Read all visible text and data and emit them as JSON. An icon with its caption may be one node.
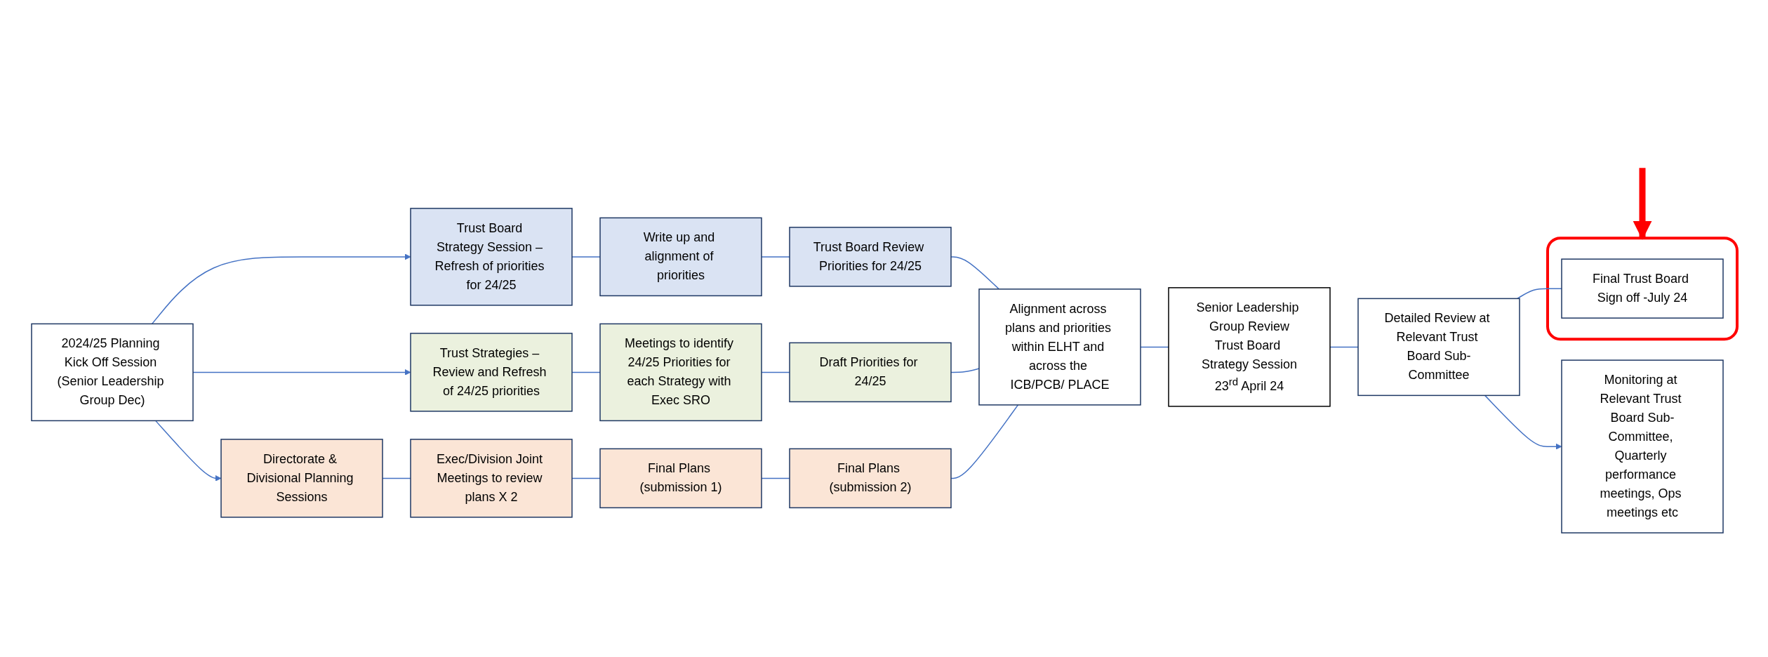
{
  "diagram": {
    "nodes": [
      {
        "text": [
          "2024/25 Planning Kick Off Session (Senior Leadership Group Dec)"
        ]
      },
      {
        "text": [
          "Trust Board Strategy Session – Refresh of priorities for 24/25"
        ]
      },
      {
        "text": [
          "Write up and alignment of priorities"
        ]
      },
      {
        "text": [
          "Trust Board Review Priorities for 24/25"
        ]
      },
      {
        "text": [
          "Trust Strategies – Review and Refresh of 24/25 priorities"
        ]
      },
      {
        "text": [
          "Meetings to identify 24/25 Priorities for each Strategy with Exec SRO"
        ]
      },
      {
        "text": [
          "Draft Priorities for 24/25"
        ]
      },
      {
        "text": [
          "Directorate & Divisional Planning Sessions"
        ]
      },
      {
        "text": [
          "Exec/Division Joint Meetings to review plans X 2"
        ]
      },
      {
        "text": [
          "Final Plans (submission 1)"
        ]
      },
      {
        "text": [
          "Final Plans (submission 2)"
        ]
      },
      {
        "text": [
          "Alignment across plans and priorities within ELHT and across the ICB/PCB/ PLACE"
        ]
      },
      {
        "text": [
          "Senior Leadership Group Review",
          "Trust Board Strategy Session",
          "23$^{rd}$ April 24"
        ]
      },
      {
        "text": [
          "Detailed Review at Relevant Trust Board Sub-Committee"
        ]
      },
      {
        "text": [],
        "shape": "box"
      },
      {
        "text": [
          "Final Trust Board Sign off -July 24"
        ],
        "in": 14
      },
      {
        "text": [
          "Monitoring at Relevant Trust Board Sub-Committee, Quarterly performance meetings, Ops meetings etc"
        ]
      }
    ],
    "edges": [
      {
        "from": 0,
        "to": 1,
        "arrow": "to"
      },
      {
        "from": 0,
        "to": 4,
        "arrow": "to"
      },
      {
        "from": 0,
        "to": 7,
        "arrow": "to"
      },
      {
        "from": 1,
        "to": 2,
        "arrow": "none"
      },
      {
        "from": 2,
        "to": 3,
        "arrow": "none"
      },
      {
        "from": 3,
        "to": 11,
        "arrow": "none"
      },
      {
        "from": 4,
        "to": 5,
        "arrow": "none"
      },
      {
        "from": 5,
        "to": 6,
        "arrow": "none"
      },
      {
        "from": 6,
        "to": 11,
        "arrow": "none"
      },
      {
        "from": 7,
        "to": 8,
        "arrow": "none"
      },
      {
        "from": 8,
        "to": 9,
        "arrow": "none"
      },
      {
        "from": 9,
        "to": 10,
        "arrow": "none"
      },
      {
        "from": 10,
        "to": 11,
        "arrow": "none"
      },
      {
        "from": 11,
        "to": 12,
        "arrow": "none"
      },
      {
        "from": 12,
        "to": 13,
        "arrow": "none"
      },
      {
        "from": 13,
        "to": 15,
        "arrow": "none"
      },
      {
        "from": 13,
        "to": 16,
        "arrow": "to"
      },
      {
        "from": null,
        "to": 14,
        "arrow": "to",
        "style": "thick",
        "color": "#ff0000"
      }
    ]
  }
}
